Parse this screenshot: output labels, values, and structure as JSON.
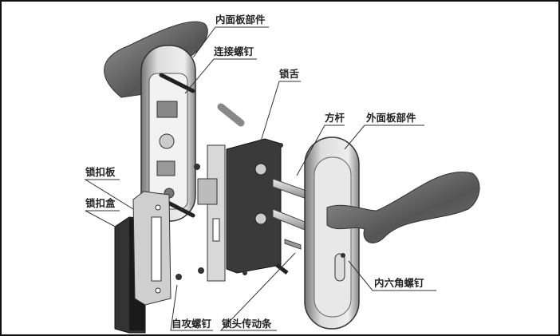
{
  "labels": {
    "inner_panel": "内面板部件",
    "connect_screw": "连接螺钉",
    "latch_bolt": "锁舌",
    "square_spindle": "方杆",
    "outer_panel": "外面板部件",
    "strike_plate": "锁扣板",
    "strike_box": "锁扣盒",
    "hex_screw": "内六角螺钉",
    "tapping_screw": "自攻螺钉",
    "cylinder_tailpiece": "锁头传动条"
  }
}
